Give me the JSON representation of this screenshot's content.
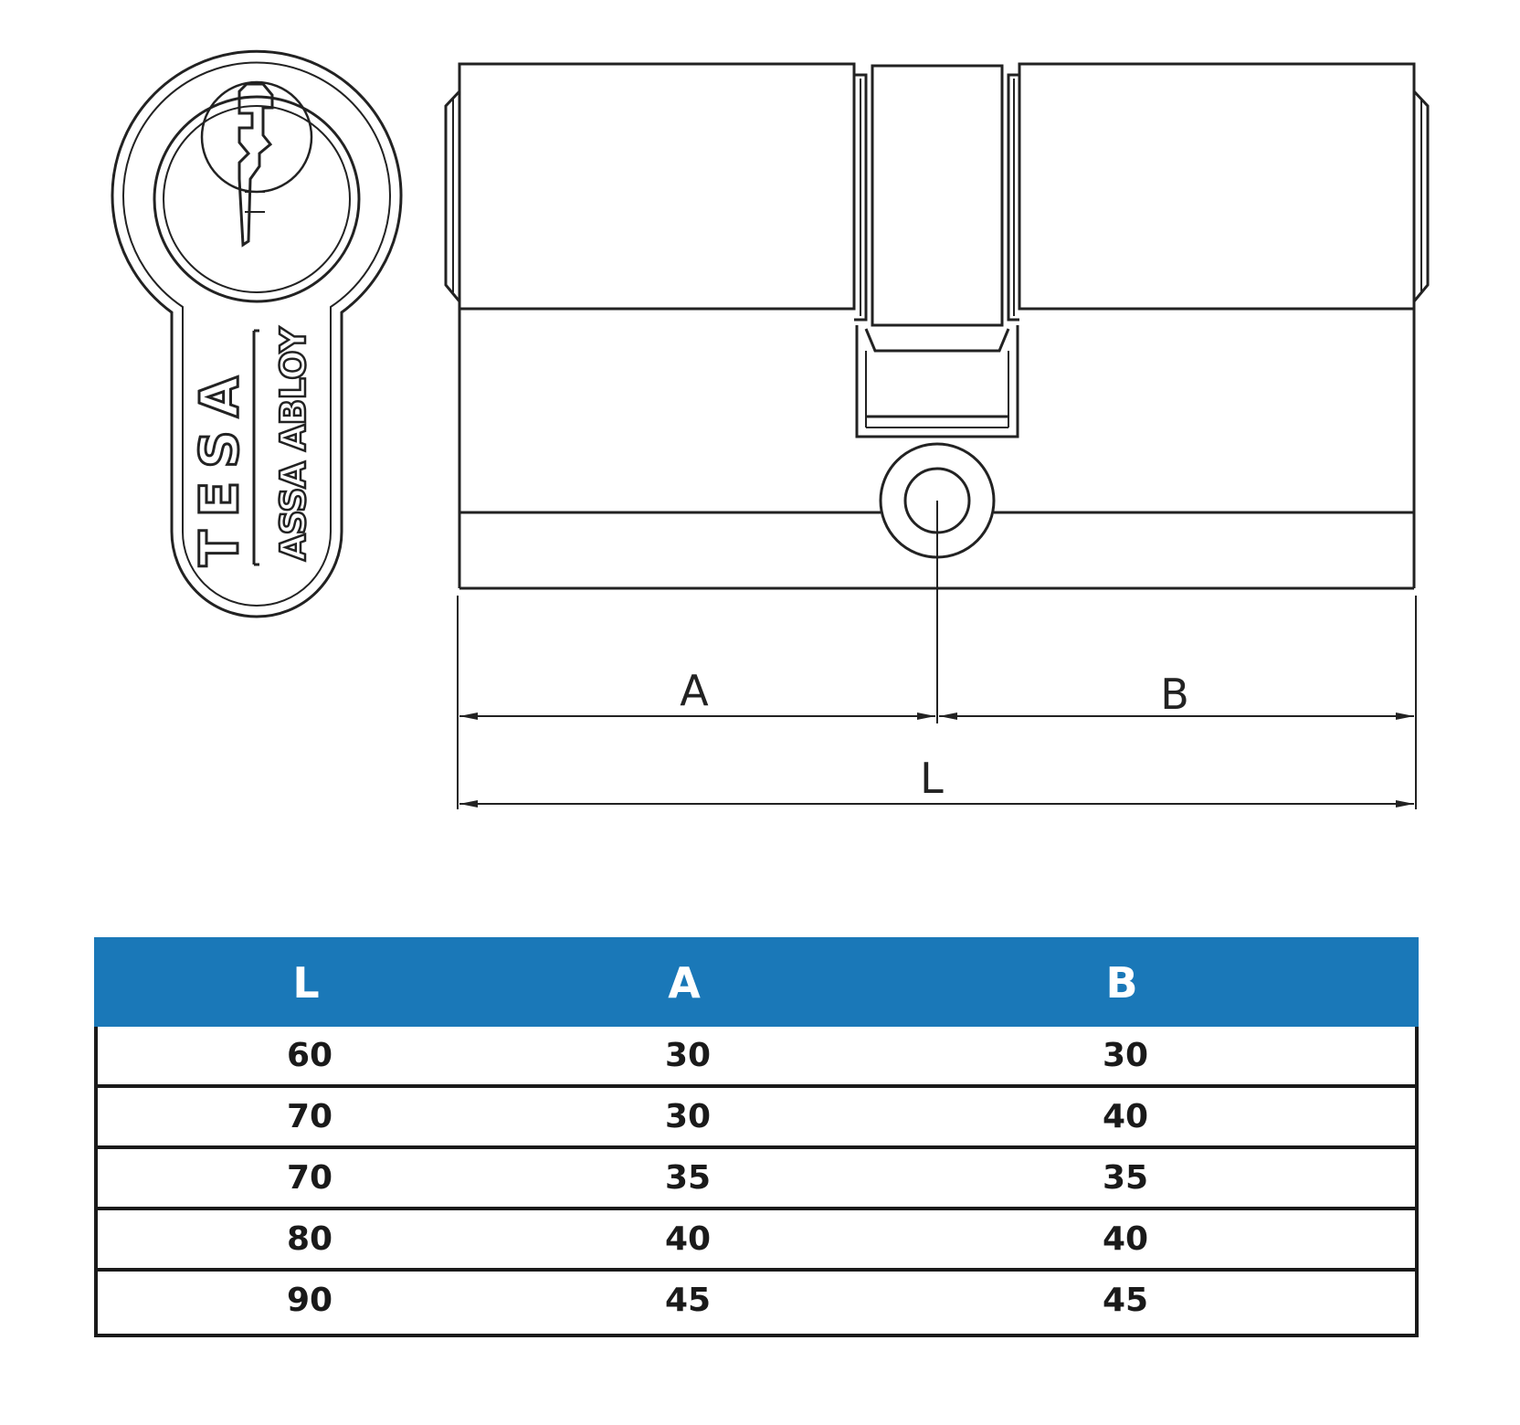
{
  "diagram": {
    "brand": {
      "name": "TESA",
      "subbrand": "ASSA ABLOY"
    },
    "dimensions": {
      "a_label": "A",
      "b_label": "B",
      "l_label": "L"
    }
  },
  "table": {
    "header_color": "#1a78b8",
    "headers": [
      "L",
      "A",
      "B"
    ],
    "rows": [
      [
        "60",
        "30",
        "30"
      ],
      [
        "70",
        "30",
        "40"
      ],
      [
        "70",
        "35",
        "35"
      ],
      [
        "80",
        "40",
        "40"
      ],
      [
        "90",
        "45",
        "45"
      ]
    ]
  }
}
